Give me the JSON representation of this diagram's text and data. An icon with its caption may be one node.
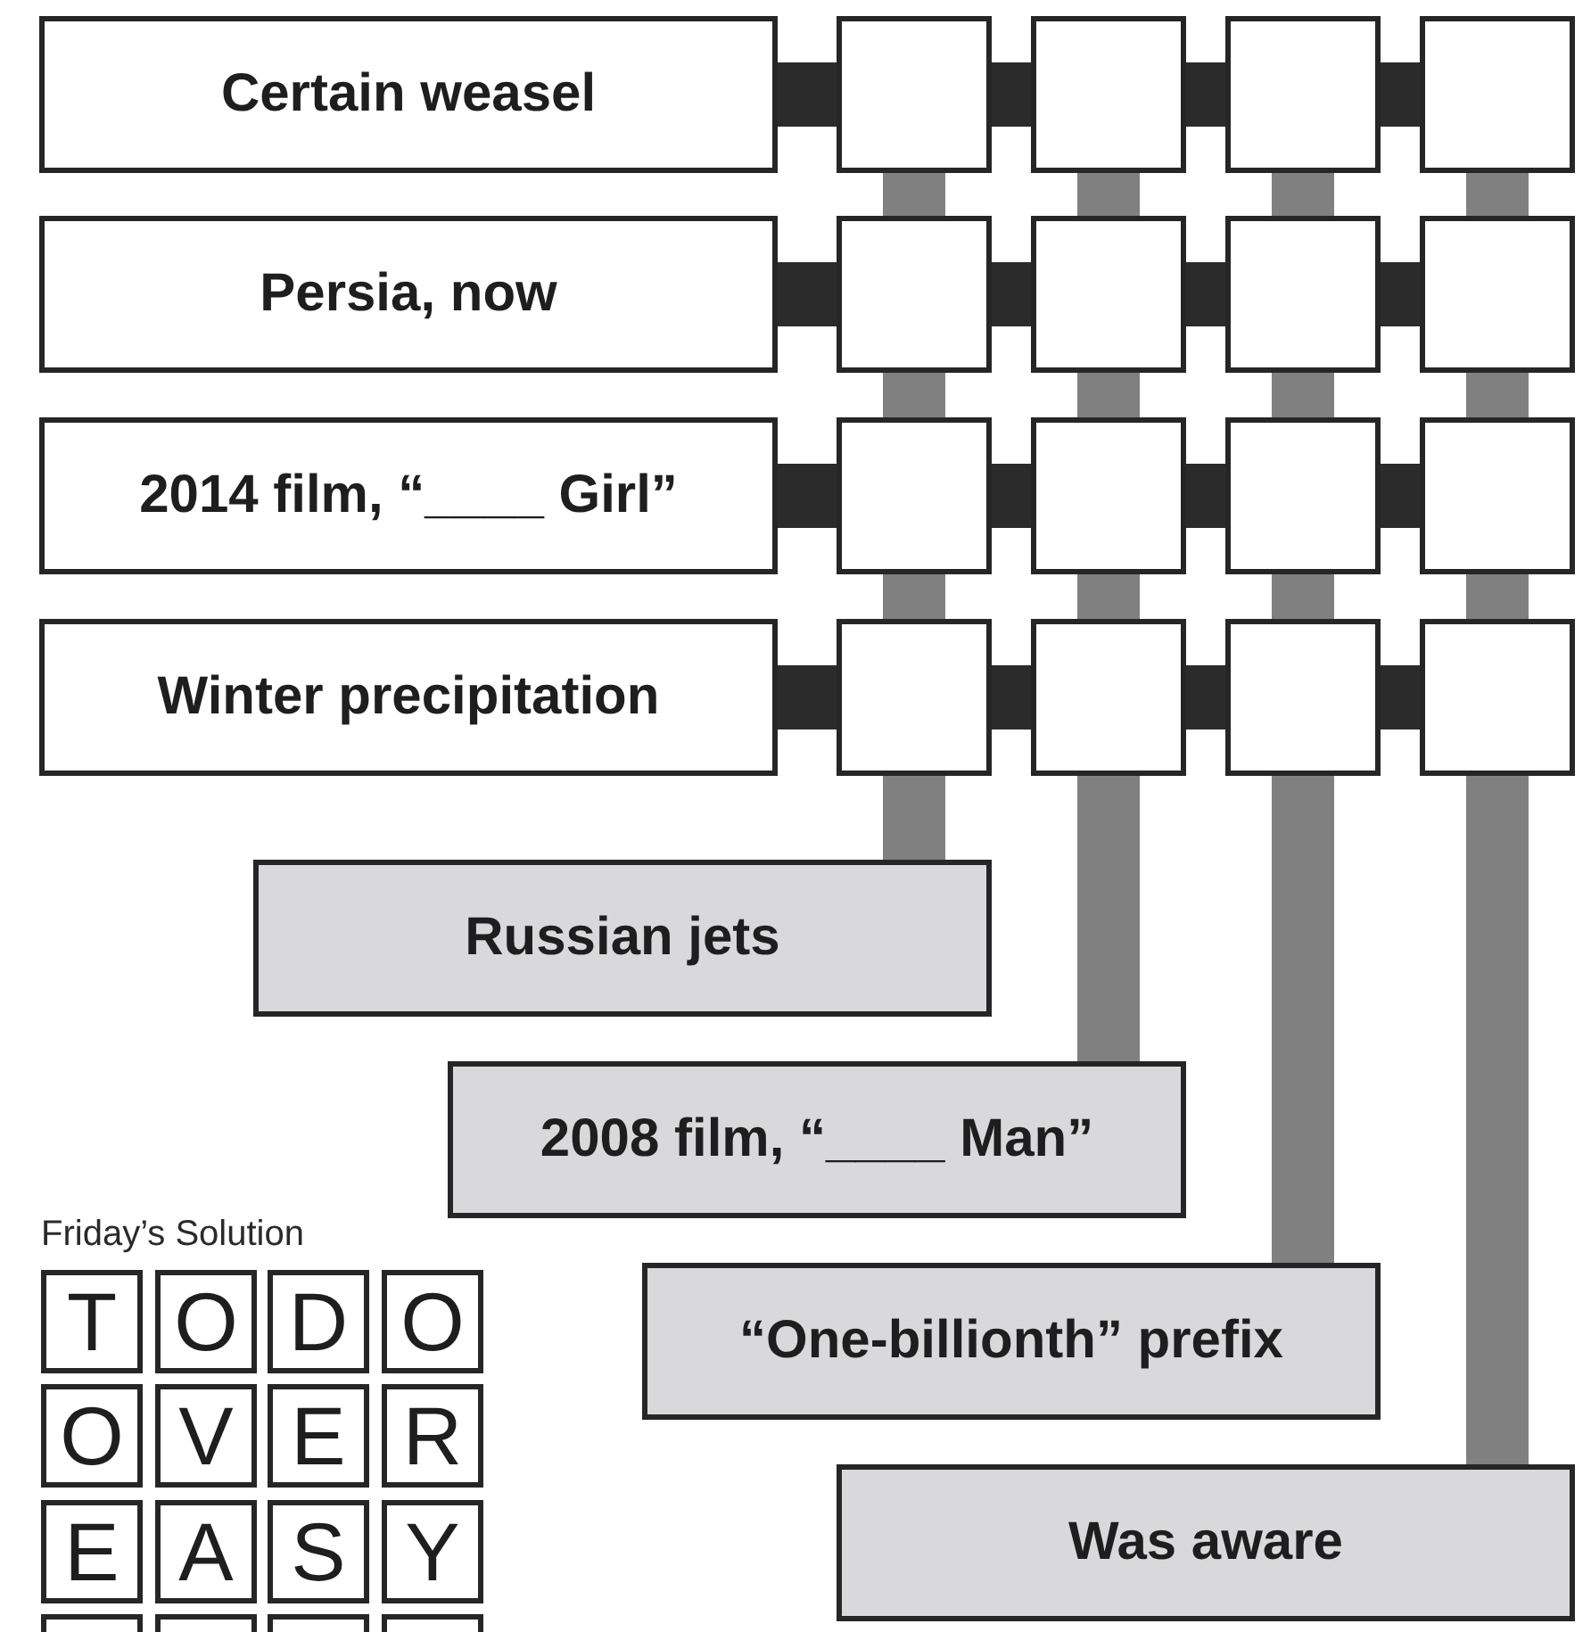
{
  "diagram": {
    "nodes": [
      {
        "text": [
          "Certain weasel"
        ]
      },
      {
        "text": [],
        "shape": "box"
      },
      {
        "text": [],
        "shape": "box"
      },
      {
        "text": [],
        "shape": "box"
      },
      {
        "text": [],
        "shape": "box"
      },
      {
        "text": [
          "Persia, now"
        ]
      },
      {
        "text": [],
        "shape": "box"
      },
      {
        "text": [],
        "shape": "box"
      },
      {
        "text": [],
        "shape": "box"
      },
      {
        "text": [],
        "shape": "box"
      },
      {
        "text": [
          "2014 film, “____ Girl”"
        ]
      },
      {
        "text": [],
        "shape": "box"
      },
      {
        "text": [],
        "shape": "box"
      },
      {
        "text": [],
        "shape": "box"
      },
      {
        "text": [],
        "shape": "box"
      },
      {
        "text": [
          "Winter precipitation"
        ]
      },
      {
        "text": [],
        "shape": "box"
      },
      {
        "text": [],
        "shape": "box"
      },
      {
        "text": [],
        "shape": "box"
      },
      {
        "text": [],
        "shape": "box"
      },
      {
        "text": [
          "Russian jets"
        ]
      },
      {
        "text": [
          "2008 film, “____ Man”"
        ]
      },
      {
        "text": [
          "“One-billionth” prefix"
        ]
      },
      {
        "text": [
          "Was aware"
        ]
      },
      {
        "text": [
          "T"
        ]
      },
      {
        "text": [
          "O"
        ]
      },
      {
        "text": [
          "D"
        ]
      },
      {
        "text": [
          "O"
        ]
      },
      {
        "text": [
          "O"
        ]
      },
      {
        "text": [
          "V"
        ]
      },
      {
        "text": [
          "E"
        ]
      },
      {
        "text": [
          "R"
        ]
      },
      {
        "text": [
          "E"
        ]
      },
      {
        "text": [
          "A"
        ]
      },
      {
        "text": [
          "S"
        ]
      },
      {
        "text": [
          "Y"
        ]
      },
      {
        "text": [],
        "shape": "box"
      },
      {
        "text": [],
        "shape": "box"
      },
      {
        "text": [],
        "shape": "box"
      },
      {
        "text": [],
        "shape": "box"
      }
    ],
    "edges": [
      {
        "from": 0,
        "to": 1,
        "arrow": "none",
        "style": "thick"
      },
      {
        "from": 1,
        "to": 2,
        "arrow": "none",
        "style": "thick"
      },
      {
        "from": 2,
        "to": 3,
        "arrow": "none",
        "style": "thick"
      },
      {
        "from": 3,
        "to": 4,
        "arrow": "none",
        "style": "thick"
      },
      {
        "from": 5,
        "to": 6,
        "arrow": "none",
        "style": "thick"
      },
      {
        "from": 6,
        "to": 7,
        "arrow": "none",
        "style": "thick"
      },
      {
        "from": 7,
        "to": 8,
        "arrow": "none",
        "style": "thick"
      },
      {
        "from": 8,
        "to": 9,
        "arrow": "none",
        "style": "thick"
      },
      {
        "from": 10,
        "to": 11,
        "arrow": "none",
        "style": "thick"
      },
      {
        "from": 11,
        "to": 12,
        "arrow": "none",
        "style": "thick"
      },
      {
        "from": 12,
        "to": 13,
        "arrow": "none",
        "style": "thick"
      },
      {
        "from": 13,
        "to": 14,
        "arrow": "none",
        "style": "thick"
      },
      {
        "from": 15,
        "to": 16,
        "arrow": "none",
        "style": "thick"
      },
      {
        "from": 16,
        "to": 17,
        "arrow": "none",
        "style": "thick"
      },
      {
        "from": 17,
        "to": 18,
        "arrow": "none",
        "style": "thick"
      },
      {
        "from": 18,
        "to": 19,
        "arrow": "none",
        "style": "thick"
      },
      {
        "from": 1,
        "to": 6,
        "arrow": "none",
        "style": "thick",
        "color": "#808080"
      },
      {
        "from": 6,
        "to": 11,
        "arrow": "none",
        "style": "thick",
        "color": "#808080"
      },
      {
        "from": 11,
        "to": 16,
        "arrow": "none",
        "style": "thick",
        "color": "#808080"
      },
      {
        "from": 16,
        "to": 20,
        "arrow": "none",
        "style": "thick",
        "color": "#808080"
      },
      {
        "from": 2,
        "to": 7,
        "arrow": "none",
        "style": "thick",
        "color": "#808080"
      },
      {
        "from": 7,
        "to": 12,
        "arrow": "none",
        "style": "thick",
        "color": "#808080"
      },
      {
        "from": 12,
        "to": 17,
        "arrow": "none",
        "style": "thick",
        "color": "#808080"
      },
      {
        "from": 17,
        "to": 21,
        "arrow": "none",
        "style": "thick",
        "color": "#808080"
      },
      {
        "from": 3,
        "to": 8,
        "arrow": "none",
        "style": "thick",
        "color": "#808080"
      },
      {
        "from": 8,
        "to": 13,
        "arrow": "none",
        "style": "thick",
        "color": "#808080"
      },
      {
        "from": 13,
        "to": 18,
        "arrow": "none",
        "style": "thick",
        "color": "#808080"
      },
      {
        "from": 18,
        "to": 22,
        "arrow": "none",
        "style": "thick",
        "color": "#808080"
      },
      {
        "from": 4,
        "to": 9,
        "arrow": "none",
        "style": "thick",
        "color": "#808080"
      },
      {
        "from": 9,
        "to": 14,
        "arrow": "none",
        "style": "thick",
        "color": "#808080"
      },
      {
        "from": 14,
        "to": 19,
        "arrow": "none",
        "style": "thick",
        "color": "#808080"
      },
      {
        "from": 19,
        "to": 23,
        "arrow": "none",
        "style": "thick",
        "color": "#808080"
      }
    ],
    "labels": [
      "Friday’s Solution"
    ]
  }
}
